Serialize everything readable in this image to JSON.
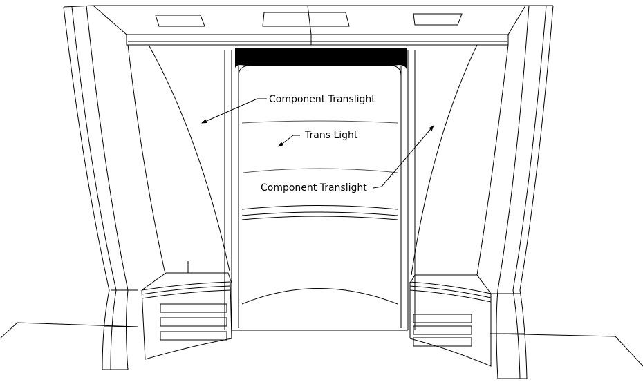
{
  "labels": {
    "component_translight_top": "Component Translight",
    "trans_light": "Trans Light",
    "component_translight_bottom": "Component Translight"
  }
}
